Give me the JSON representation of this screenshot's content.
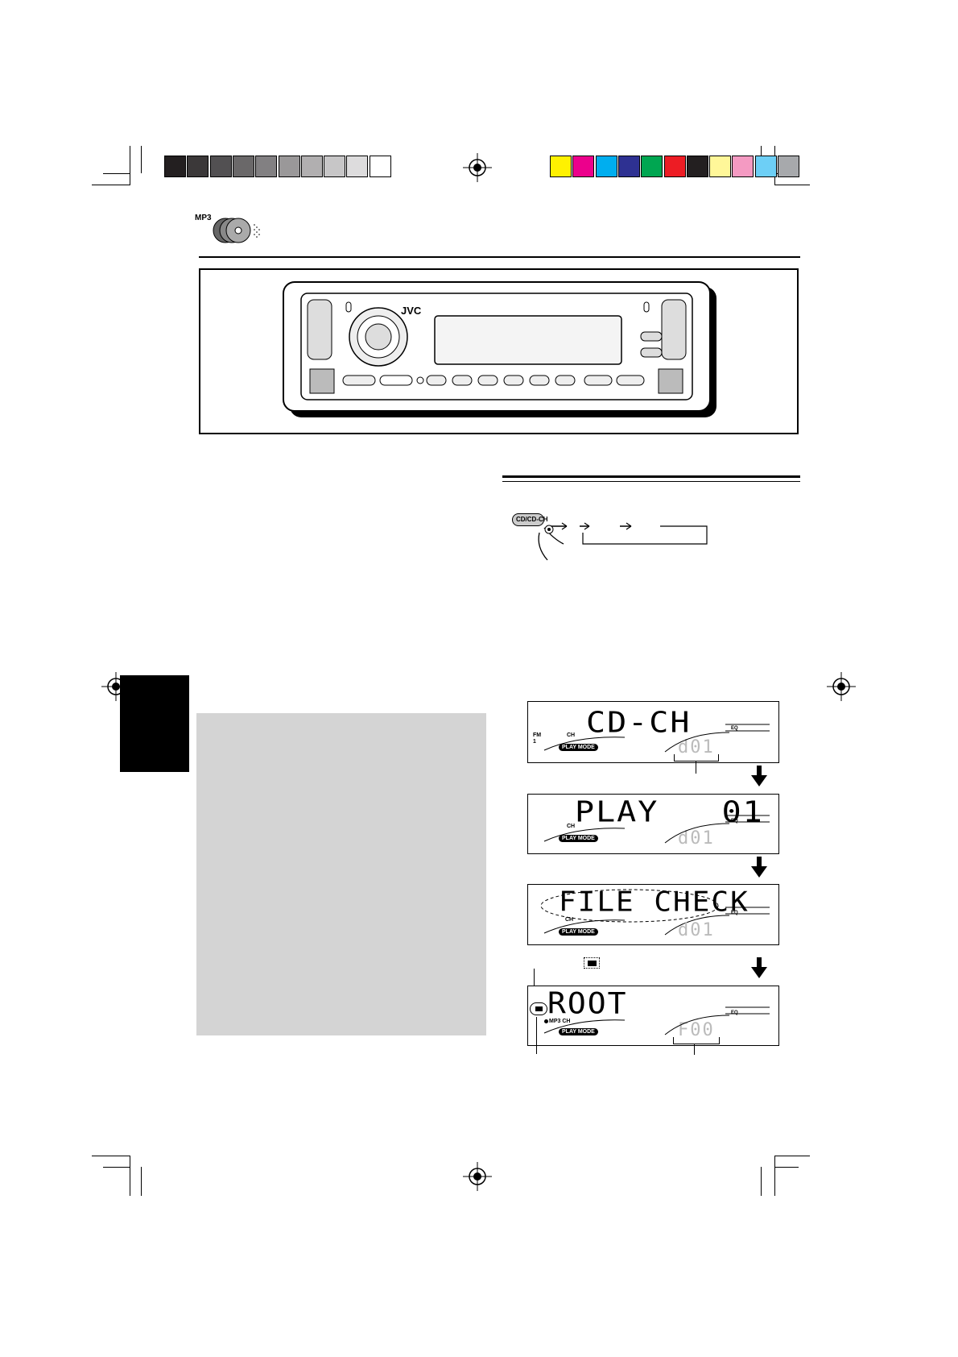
{
  "color_bars": {
    "gray": [
      "#231f20",
      "#3b3839",
      "#525052",
      "#6a6869",
      "#828082",
      "#9a9899",
      "#b1afb0",
      "#c7c6c7",
      "#dddcdd",
      "#ffffff"
    ],
    "color": [
      "#fff100",
      "#ec008c",
      "#00aeef",
      "#2e3192",
      "#00a651",
      "#ed1c24",
      "#231f20",
      "#fff799",
      "#f49ac2",
      "#6dcff6",
      "#a7a9ac"
    ]
  },
  "header": {
    "mp3_label": "MP3"
  },
  "unit": {
    "brand": "JVC"
  },
  "source_button": {
    "label": "CD/CD-CH"
  },
  "displays": [
    {
      "main_text": "CD-CH",
      "fm_label": "FM",
      "band_label": "1",
      "ch_label": "CH",
      "play_mode": "PLAY MODE",
      "eq_label": "EQ",
      "disc_text": "d01"
    },
    {
      "main_text": "PLAY   01",
      "ch_label": "CH",
      "play_mode": "PLAY MODE",
      "eq_label": "EQ",
      "disc_text": "d01"
    },
    {
      "main_text": "FILE CHECK",
      "ch_label": "CH",
      "play_mode": "PLAY MODE",
      "eq_label": "EQ",
      "disc_text": "d01"
    },
    {
      "main_text": "ROOT",
      "ch_label": "MP3 CH",
      "play_mode": "PLAY MODE",
      "eq_label": "EQ",
      "disc_text": "F00"
    }
  ]
}
